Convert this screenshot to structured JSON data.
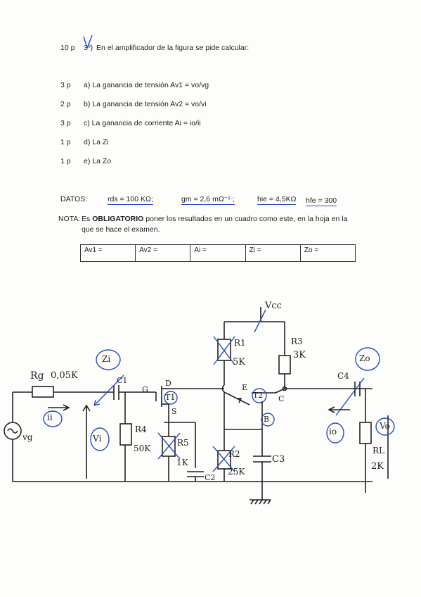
{
  "header": {
    "points": "10 p",
    "number": "3º)",
    "statement": "En el amplificador de la figura se pide calcular:"
  },
  "questions": [
    {
      "points": "3 p",
      "text": "a) La ganancia de tensión Av1 = vo/vg"
    },
    {
      "points": "2 p",
      "text": "b) La ganancia de tensión Av2 = vo/vi"
    },
    {
      "points": "3 p",
      "text": "c) La ganancia de corriente Ai = io/ii"
    },
    {
      "points": "1 p",
      "text": "d) La Zi"
    },
    {
      "points": "1 p",
      "text": "e) La Zo"
    }
  ],
  "datos": {
    "label": "DATOS:",
    "rds": "rds = 100 KΩ;",
    "gm": "gm = 2,6 mΩ⁻¹ ;",
    "hie": "hie = 4,5KΩ",
    "hfe": "hfe = 300"
  },
  "nota": {
    "label": "NOTA:",
    "line1_a": "Es",
    "line1_bold": "OBLIGATORIO",
    "line1_b": "poner los resultados en un cuadro como este, en la hoja en la",
    "line2": "que se hace el examen."
  },
  "answer_table": [
    "Av1 =",
    "Av2 =",
    "Ai =",
    "Zi =",
    "Zo ="
  ],
  "circuit": {
    "vcc": "Vcc",
    "rg": "Rg",
    "rg_val": "0,05K",
    "zi": "Zi",
    "c1": "C1",
    "gate": "G",
    "drain": "D",
    "source": "S",
    "t1": "T1",
    "r4": "R4",
    "r4_val": "50K",
    "r5": "R5",
    "r5_val": "1K",
    "c2": "C2",
    "r1": "R1",
    "r1_val": "5K",
    "r2": "R2",
    "r2_val": "25K",
    "emitter": "E",
    "t2": "T2",
    "collector": "C",
    "base": "B",
    "c3": "C3",
    "r3": "R3",
    "r3_val": "3K",
    "c4": "C4",
    "zo": "Zo",
    "rl": "RL",
    "rl_val": "2K",
    "vo": "Vo",
    "io": "io",
    "ii": "ii",
    "vi": "Vi",
    "vg": "vg"
  }
}
